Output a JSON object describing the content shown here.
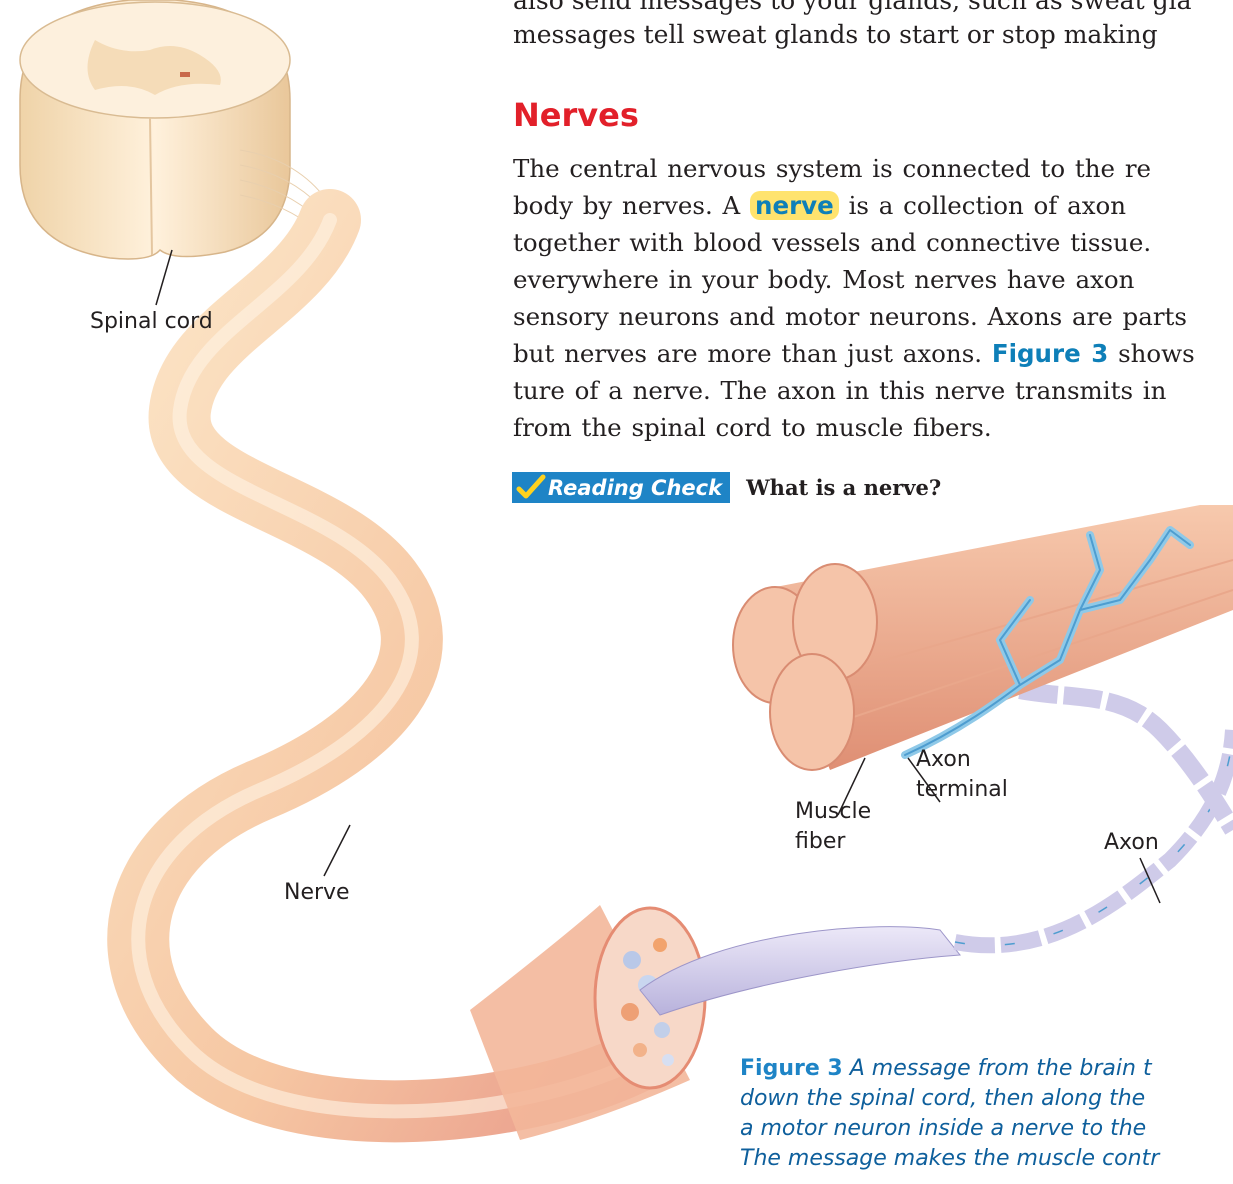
{
  "intro_text": {
    "line1": "also send messages to your glands, such as sweat gla",
    "line2": "messages tell sweat glands to start or stop making"
  },
  "section": {
    "heading": "Nerves",
    "paragraph": {
      "line1": "The central nervous system is connected to the re",
      "line2_before": "body by nerves. A",
      "line2_term": "nerve",
      "line2_after": "is a collection of axon",
      "line3": "together with blood vessels and connective tissue.",
      "line4": "everywhere in your body. Most nerves have axon",
      "line5": "sensory neurons and motor neurons. Axons are parts",
      "line6_before": "but nerves are more than just axons.",
      "line6_figref": "Figure 3",
      "line6_after": "shows",
      "line7": "ture of a nerve. The axon in this nerve transmits in",
      "line8": "from the spinal cord to muscle fibers."
    }
  },
  "reading_check": {
    "label": "Reading Check",
    "question": "What is a nerve?",
    "icon": "check-mark-icon"
  },
  "figure": {
    "labels": {
      "spinal_cord": "Spinal cord",
      "nerve": "Nerve",
      "axon_terminal_1": "Axon",
      "axon_terminal_2": "terminal",
      "muscle_fiber_1": "Muscle",
      "muscle_fiber_2": "fiber",
      "axon": "Axon"
    },
    "caption": {
      "label": "Figure 3",
      "line1": "A message from the brain t",
      "line2": "down the spinal cord, then along the",
      "line3": "a motor neuron inside a nerve to the",
      "line4": "The message makes the muscle contr"
    }
  },
  "colors": {
    "heading": "#e2202a",
    "term_text": "#0e7fb8",
    "term_highlight": "#ffe36e",
    "reading_check_badge": "#1e84c6",
    "caption_text": "#0e5f9c"
  }
}
